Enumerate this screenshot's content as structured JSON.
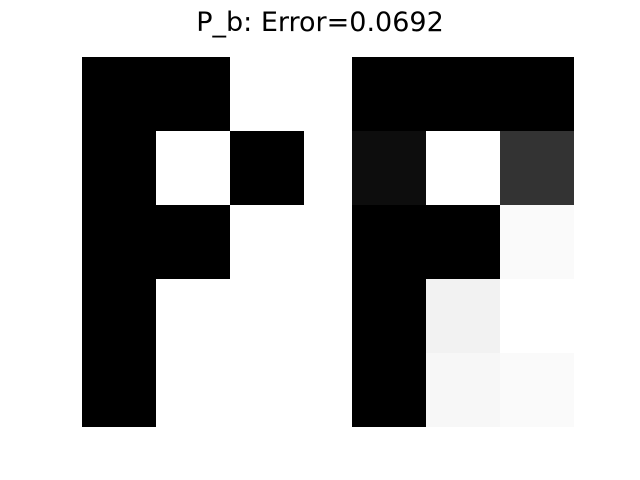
{
  "figure": {
    "title": "P_b: Error=0.0692",
    "background": "#ffffff"
  },
  "chart_data": [
    {
      "type": "heatmap",
      "name": "target",
      "colormap": "gray",
      "vmin": 0,
      "vmax": 1,
      "rows": 5,
      "cols": 3,
      "axes": "off",
      "grid": false,
      "values": [
        [
          0,
          0,
          1
        ],
        [
          0,
          1,
          0
        ],
        [
          0,
          0,
          1
        ],
        [
          0,
          1,
          1
        ],
        [
          0,
          1,
          1
        ]
      ]
    },
    {
      "type": "heatmap",
      "name": "reconstruction",
      "colormap": "gray",
      "vmin": 0,
      "vmax": 1,
      "rows": 5,
      "cols": 3,
      "axes": "off",
      "grid": false,
      "values": [
        [
          0.0,
          0.0,
          0.0
        ],
        [
          0.05,
          1.0,
          0.2
        ],
        [
          0.0,
          0.0,
          0.98
        ],
        [
          0.0,
          0.95,
          1.0
        ],
        [
          0.0,
          0.97,
          0.98
        ]
      ]
    }
  ]
}
